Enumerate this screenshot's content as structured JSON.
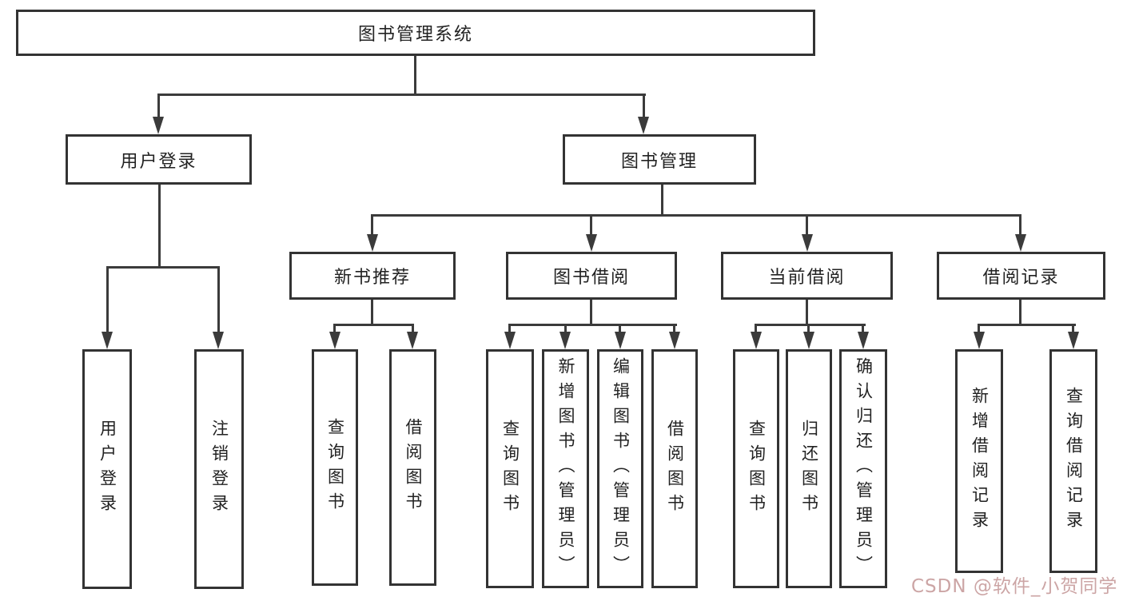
{
  "tree": {
    "root": "图书管理系统",
    "login": {
      "label": "用户登录",
      "children": [
        "用户登录",
        "注销登录"
      ]
    },
    "management": {
      "label": "图书管理",
      "modules": [
        {
          "label": "新书推荐",
          "children": [
            "查询图书",
            "借阅图书"
          ]
        },
        {
          "label": "图书借阅",
          "children": [
            "查询图书",
            "新增图书（管理员）",
            "编辑图书（管理员）",
            "借阅图书"
          ]
        },
        {
          "label": "当前借阅",
          "children": [
            "查询图书",
            "归还图书",
            "确认归还（管理员）"
          ]
        },
        {
          "label": "借阅记录",
          "children": [
            "新增借阅记录",
            "查询借阅记录"
          ]
        }
      ]
    }
  },
  "watermark": "CSDN @软件_小贺同学",
  "colors": {
    "line": "#3b3b3b",
    "box_border": "#333333",
    "box_fill": "#ffffff",
    "text": "#222222",
    "watermark": "#c9a0a0",
    "background": "#ffffff"
  }
}
